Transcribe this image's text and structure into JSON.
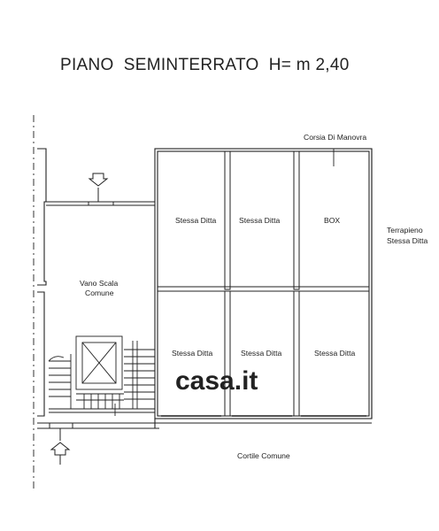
{
  "title": "PIANO  SEMINTERRATO  H= m 2,40",
  "rooms": {
    "corridor": "Corsia Di Manovra",
    "top_left": "Stessa Ditta",
    "top_middle": "Stessa Ditta",
    "top_right": "BOX",
    "bottom_left": "Stessa Ditta",
    "bottom_middle": "Stessa Ditta",
    "bottom_right": "Stessa Ditta",
    "stair_line1": "Vano Scala",
    "stair_line2": "Comune"
  },
  "terrain": {
    "line1": "Terrapieno",
    "line2": "Stessa Ditta"
  },
  "courtyard": "Cortile Comune",
  "watermark": "casa.it"
}
